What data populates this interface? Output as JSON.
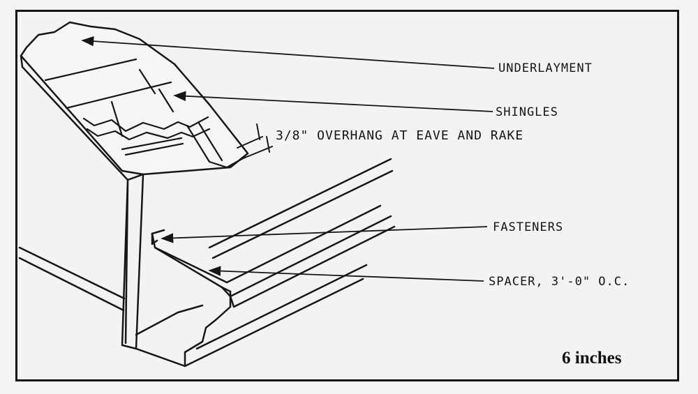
{
  "labels": {
    "underlayment": "UNDERLAYMENT",
    "shingles": "SHINGLES",
    "overhang": "3/8\" OVERHANG AT EAVE AND RAKE",
    "fasteners": "FASTENERS",
    "spacer": "SPACER, 3'-0\" O.C."
  },
  "scale_note": "6 inches",
  "colors": {
    "ink": "#161616",
    "paper": "#f3f3f3"
  }
}
